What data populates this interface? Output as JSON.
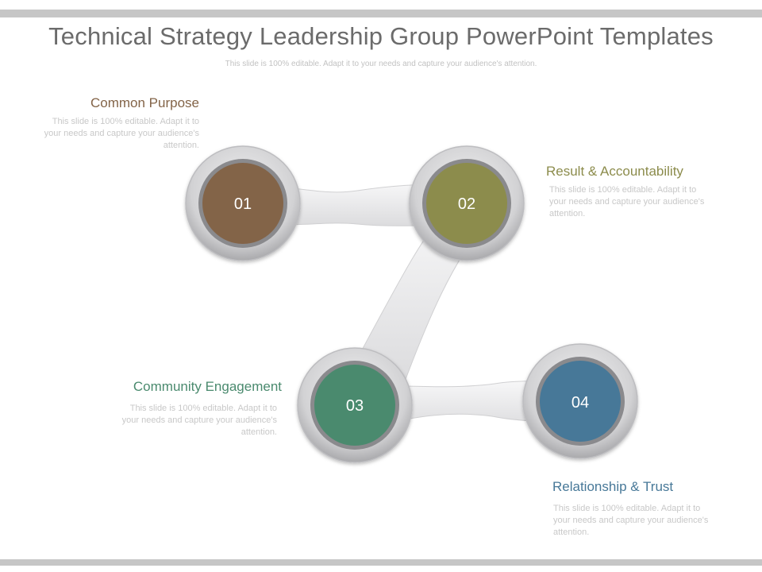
{
  "title": "Technical Strategy Leadership Group PowerPoint Templates",
  "subtitle": "This slide is 100% editable. Adapt it to your needs and capture your audience's attention.",
  "steps": [
    {
      "number": "01",
      "label": "Common  Purpose",
      "description": "This slide is 100% editable. Adapt it to your needs and capture your audience's attention.",
      "color": "#836448"
    },
    {
      "number": "02",
      "label": "Result & Accountability",
      "description": "This slide is 100% editable. Adapt it to your needs and capture your audience's attention.",
      "color": "#8c8c4c"
    },
    {
      "number": "03",
      "label": "Community  Engagement",
      "description": "This slide is 100% editable. Adapt it to your needs and capture your audience's attention.",
      "color": "#4a8a6e"
    },
    {
      "number": "04",
      "label": "Relationship & Trust",
      "description": "This slide is 100% editable. Adapt it to your needs and capture your audience's attention.",
      "color": "#477898"
    }
  ],
  "colors": {
    "title": "#6b6b6b",
    "ring": "#c9c9cb",
    "connector": "#ededee"
  }
}
